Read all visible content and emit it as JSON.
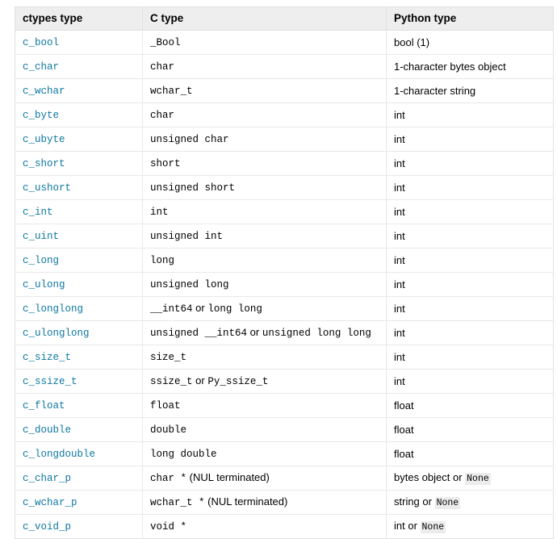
{
  "table": {
    "name": "ctypes-fundamental-data-types",
    "headers": [
      "ctypes type",
      "C type",
      "Python type"
    ],
    "colors": {
      "link": "#0e77a2",
      "header_background": "#eeeeee",
      "border": "#e0e0e0",
      "row_border": "#e8e8e8",
      "code_background": "#ececec",
      "text": "#000000"
    },
    "rows": [
      {
        "ctypes_type": "c_bool",
        "c_type": [
          {
            "text": "_Bool",
            "style": "mono"
          }
        ],
        "python_type": [
          {
            "text": "bool (1)",
            "style": "text"
          }
        ]
      },
      {
        "ctypes_type": "c_char",
        "c_type": [
          {
            "text": "char",
            "style": "mono"
          }
        ],
        "python_type": [
          {
            "text": "1-character bytes object",
            "style": "text"
          }
        ]
      },
      {
        "ctypes_type": "c_wchar",
        "c_type": [
          {
            "text": "wchar_t",
            "style": "mono"
          }
        ],
        "python_type": [
          {
            "text": "1-character string",
            "style": "text"
          }
        ]
      },
      {
        "ctypes_type": "c_byte",
        "c_type": [
          {
            "text": "char",
            "style": "mono"
          }
        ],
        "python_type": [
          {
            "text": "int",
            "style": "text"
          }
        ]
      },
      {
        "ctypes_type": "c_ubyte",
        "c_type": [
          {
            "text": "unsigned char",
            "style": "mono"
          }
        ],
        "python_type": [
          {
            "text": "int",
            "style": "text"
          }
        ]
      },
      {
        "ctypes_type": "c_short",
        "c_type": [
          {
            "text": "short",
            "style": "mono"
          }
        ],
        "python_type": [
          {
            "text": "int",
            "style": "text"
          }
        ]
      },
      {
        "ctypes_type": "c_ushort",
        "c_type": [
          {
            "text": "unsigned short",
            "style": "mono"
          }
        ],
        "python_type": [
          {
            "text": "int",
            "style": "text"
          }
        ]
      },
      {
        "ctypes_type": "c_int",
        "c_type": [
          {
            "text": "int",
            "style": "mono"
          }
        ],
        "python_type": [
          {
            "text": "int",
            "style": "text"
          }
        ]
      },
      {
        "ctypes_type": "c_uint",
        "c_type": [
          {
            "text": "unsigned int",
            "style": "mono"
          }
        ],
        "python_type": [
          {
            "text": "int",
            "style": "text"
          }
        ]
      },
      {
        "ctypes_type": "c_long",
        "c_type": [
          {
            "text": "long",
            "style": "mono"
          }
        ],
        "python_type": [
          {
            "text": "int",
            "style": "text"
          }
        ]
      },
      {
        "ctypes_type": "c_ulong",
        "c_type": [
          {
            "text": "unsigned long",
            "style": "mono"
          }
        ],
        "python_type": [
          {
            "text": "int",
            "style": "text"
          }
        ]
      },
      {
        "ctypes_type": "c_longlong",
        "c_type": [
          {
            "text": "__int64",
            "style": "mono"
          },
          {
            "text": " or ",
            "style": "text"
          },
          {
            "text": "long long",
            "style": "mono"
          }
        ],
        "python_type": [
          {
            "text": "int",
            "style": "text"
          }
        ]
      },
      {
        "ctypes_type": "c_ulonglong",
        "c_type": [
          {
            "text": "unsigned __int64",
            "style": "mono"
          },
          {
            "text": " or ",
            "style": "text"
          },
          {
            "text": "unsigned long long",
            "style": "mono"
          }
        ],
        "python_type": [
          {
            "text": "int",
            "style": "text"
          }
        ]
      },
      {
        "ctypes_type": "c_size_t",
        "c_type": [
          {
            "text": "size_t",
            "style": "mono"
          }
        ],
        "python_type": [
          {
            "text": "int",
            "style": "text"
          }
        ]
      },
      {
        "ctypes_type": "c_ssize_t",
        "c_type": [
          {
            "text": "ssize_t",
            "style": "mono"
          },
          {
            "text": " or ",
            "style": "text"
          },
          {
            "text": "Py_ssize_t",
            "style": "mono"
          }
        ],
        "python_type": [
          {
            "text": "int",
            "style": "text"
          }
        ]
      },
      {
        "ctypes_type": "c_float",
        "c_type": [
          {
            "text": "float",
            "style": "mono"
          }
        ],
        "python_type": [
          {
            "text": "float",
            "style": "text"
          }
        ]
      },
      {
        "ctypes_type": "c_double",
        "c_type": [
          {
            "text": "double",
            "style": "mono"
          }
        ],
        "python_type": [
          {
            "text": "float",
            "style": "text"
          }
        ]
      },
      {
        "ctypes_type": "c_longdouble",
        "c_type": [
          {
            "text": "long double",
            "style": "mono"
          }
        ],
        "python_type": [
          {
            "text": "float",
            "style": "text"
          }
        ]
      },
      {
        "ctypes_type": "c_char_p",
        "c_type": [
          {
            "text": "char *",
            "style": "mono"
          },
          {
            "text": " (NUL terminated)",
            "style": "text"
          }
        ],
        "python_type": [
          {
            "text": "bytes object or ",
            "style": "text"
          },
          {
            "text": "None",
            "style": "code"
          }
        ]
      },
      {
        "ctypes_type": "c_wchar_p",
        "c_type": [
          {
            "text": "wchar_t *",
            "style": "mono"
          },
          {
            "text": " (NUL terminated)",
            "style": "text"
          }
        ],
        "python_type": [
          {
            "text": "string or ",
            "style": "text"
          },
          {
            "text": "None",
            "style": "code"
          }
        ]
      },
      {
        "ctypes_type": "c_void_p",
        "c_type": [
          {
            "text": "void *",
            "style": "mono"
          }
        ],
        "python_type": [
          {
            "text": "int or ",
            "style": "text"
          },
          {
            "text": "None",
            "style": "code"
          }
        ]
      }
    ]
  }
}
